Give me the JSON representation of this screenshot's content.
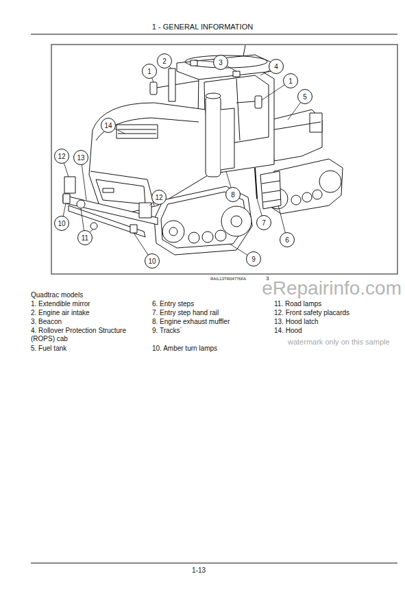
{
  "diagram": {
    "title": "1 - GENERAL INFORMATION",
    "nodes": [
      {
        "text": [
          "1"
        ]
      },
      {
        "text": [
          "2"
        ]
      },
      {
        "text": [
          "3"
        ]
      },
      {
        "text": [
          "4"
        ]
      },
      {
        "text": [
          "1"
        ]
      },
      {
        "text": [
          "5"
        ]
      },
      {
        "text": [
          "14"
        ]
      },
      {
        "text": [
          "12"
        ]
      },
      {
        "text": [
          "13"
        ]
      },
      {
        "text": [
          "12"
        ]
      },
      {
        "text": [
          "8"
        ]
      },
      {
        "text": [
          "7"
        ]
      },
      {
        "text": [
          "6"
        ]
      },
      {
        "text": [
          "11"
        ]
      },
      {
        "text": [
          "10"
        ]
      },
      {
        "text": [
          "10"
        ]
      },
      {
        "text": [
          "9"
        ]
      }
    ],
    "labels": [
      "RAIL13TR04776FA",
      "3",
      "Quadtrac models",
      "1. Extendible mirror",
      "2. Engine air intake",
      "3. Beacon",
      "4. Rollover Protection Structure (ROPS) cab",
      "5. Fuel tank",
      "6. Entry steps",
      "7. Entry step hand rail",
      "8. Engine exhaust muffler",
      "9. Tracks`",
      "10. Amber turn lamps",
      "11. Road lamps",
      "12. Front safety placards",
      "13. Hood latch",
      "14. Hood",
      "eRepairinfo.com",
      "watermark only on this sample",
      "1-13"
    ]
  }
}
